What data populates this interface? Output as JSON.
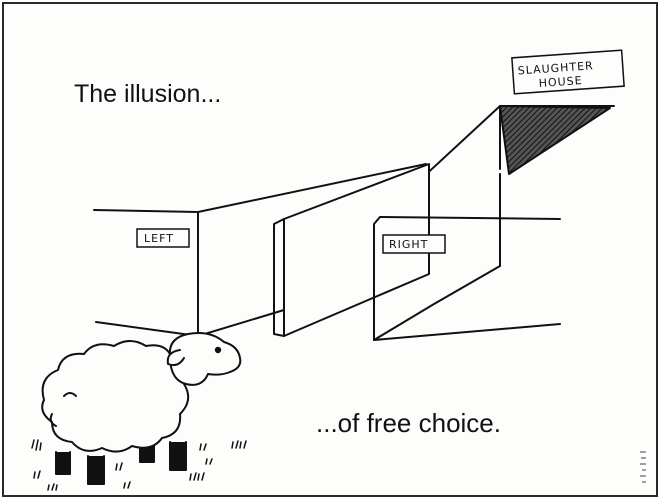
{
  "captions": {
    "top": "The illusion...",
    "bottom": "...of free choice."
  },
  "signs": {
    "left": "LEFT",
    "right": "RIGHT",
    "destination_line1": "SLAUGHTER",
    "destination_line2": "HOUSE"
  },
  "colors": {
    "ink": "#111111",
    "paper": "#fdfdfc"
  }
}
